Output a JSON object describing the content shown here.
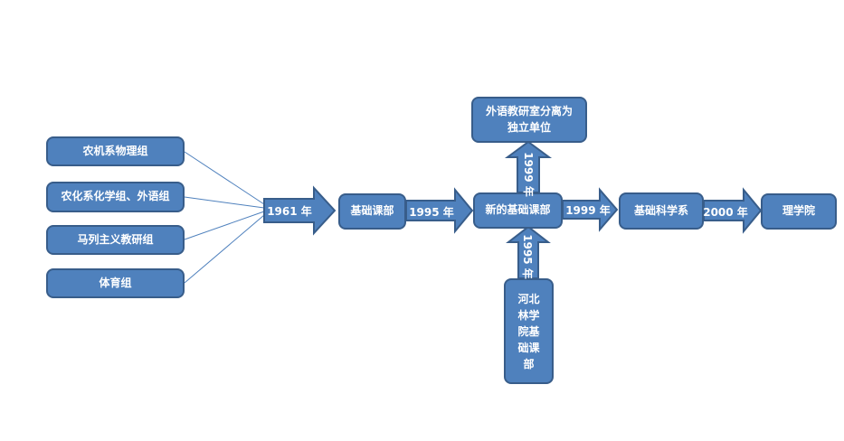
{
  "colors": {
    "fill": "#4f81bd",
    "stroke": "#385d8a",
    "connector": "#4f81bd",
    "text": "#ffffff"
  },
  "sources": [
    "农机系物理组",
    "农化系化学组、外语组",
    "马列主义教研组",
    "体育组"
  ],
  "stages": {
    "jichu_kebu": "基础课部",
    "new_jichu_kebu": "新的基础课部",
    "jichu_kexue_xi": "基础科学系",
    "lixueyuan": "理学院"
  },
  "side_nodes": {
    "top": "外语教研室分离为\n独立单位",
    "bottom": "河北\n林学\n院基\n础课\n部"
  },
  "arrows": {
    "a1961": "1961 年",
    "a1995_right": "1995 年",
    "a1999_right": "1999 年",
    "a2000": "2000 年",
    "a1999_up": "1999 年",
    "a1995_up": "1995 年"
  }
}
